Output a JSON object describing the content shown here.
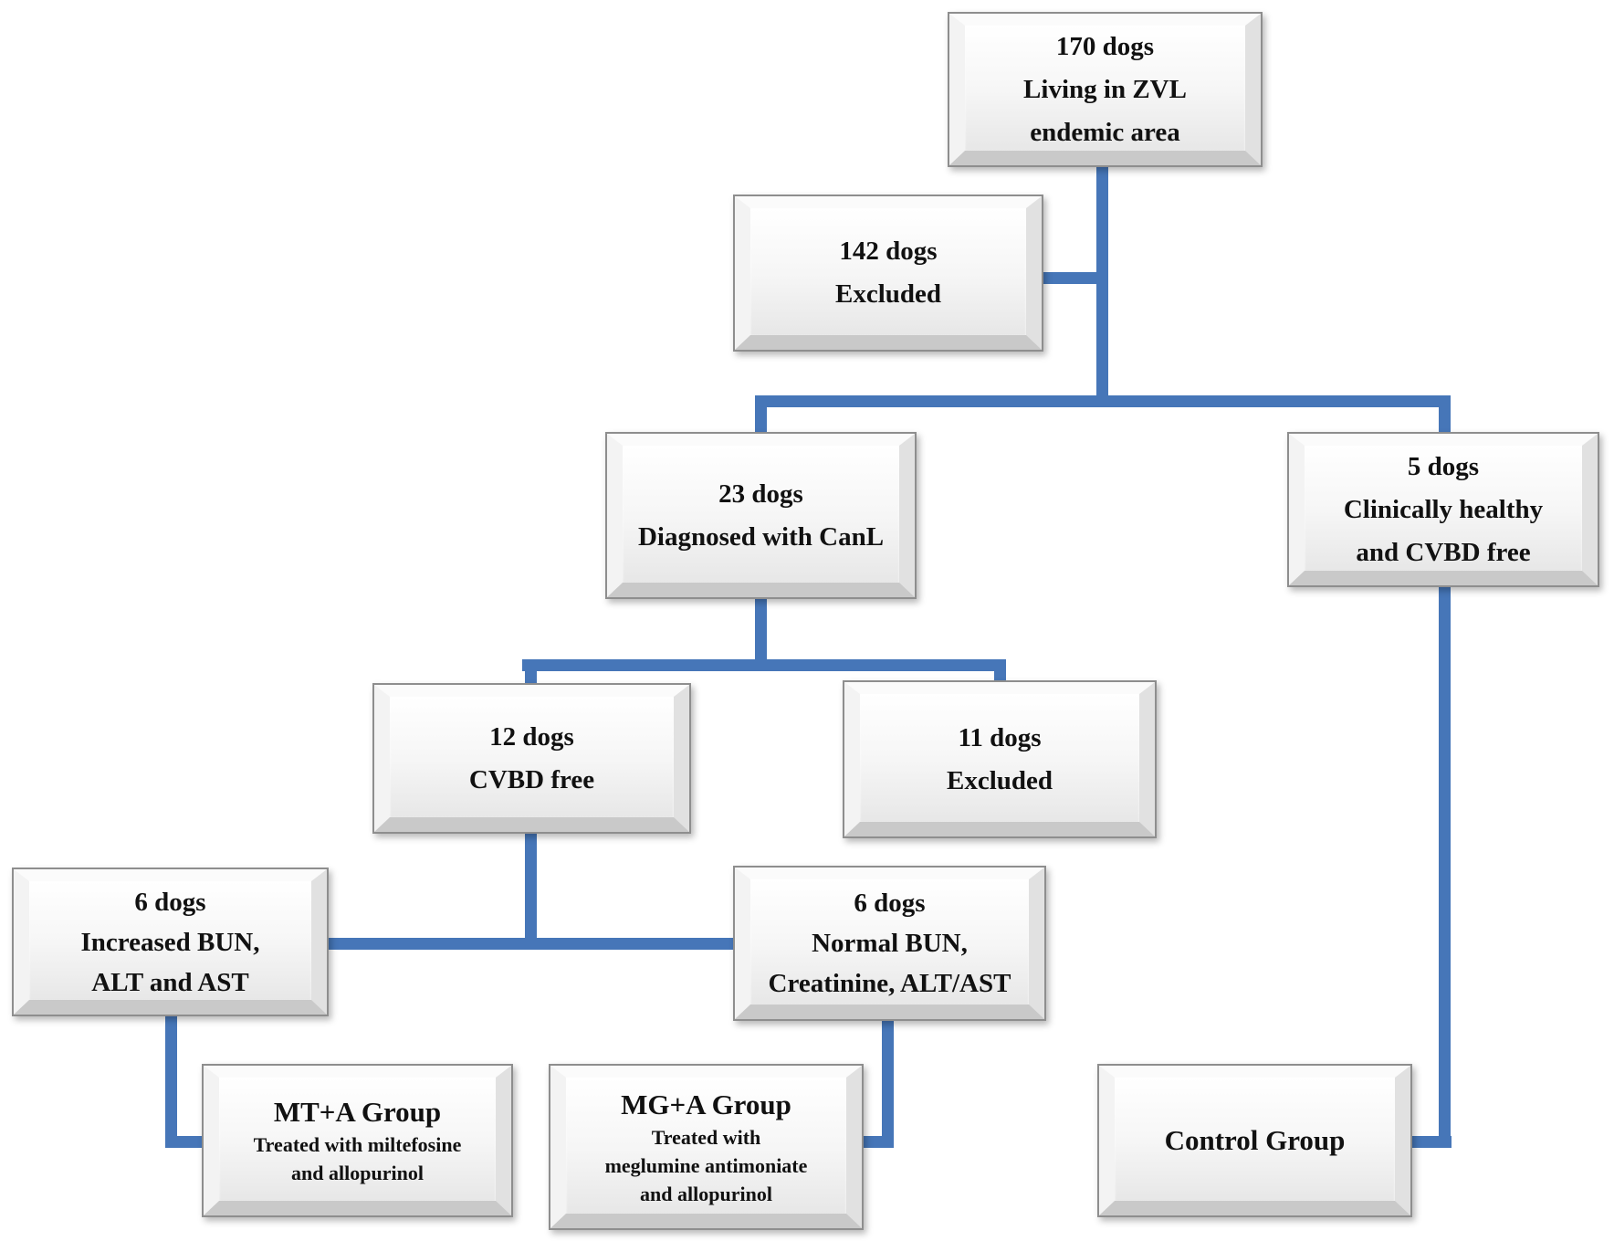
{
  "figure": {
    "type": "flowchart",
    "connector_color": "#4676b8",
    "box_face_color": "#f4f4f4",
    "box_border_color": "#8e8e8e",
    "text_color": "#111111",
    "nodes": {
      "dogs170": {
        "lines": [
          "170 dogs",
          "Living in ZVL",
          "endemic area"
        ]
      },
      "dogs142": {
        "lines": [
          "142 dogs",
          "Excluded"
        ]
      },
      "dogs23": {
        "lines": [
          "23 dogs",
          "Diagnosed with CanL"
        ]
      },
      "dogs5": {
        "lines": [
          "5 dogs",
          "Clinically healthy",
          "and CVBD free"
        ]
      },
      "dogs12": {
        "lines": [
          "12 dogs",
          "CVBD free"
        ]
      },
      "dogs11": {
        "lines": [
          "11 dogs",
          "Excluded"
        ]
      },
      "dogs6_increased": {
        "lines": [
          "6 dogs",
          "Increased BUN,",
          "ALT and AST"
        ]
      },
      "dogs6_normal": {
        "lines": [
          "6 dogs",
          "Normal BUN,",
          "Creatinine, ALT/AST"
        ]
      },
      "mta_group": {
        "title": "MT+A Group",
        "sub_lines": [
          "Treated with miltefosine",
          "and allopurinol"
        ]
      },
      "mga_group": {
        "title": "MG+A Group",
        "sub_lines": [
          "Treated with",
          "meglumine antimoniate",
          "and allopurinol"
        ]
      },
      "control_group": {
        "title": "Control Group"
      }
    }
  }
}
